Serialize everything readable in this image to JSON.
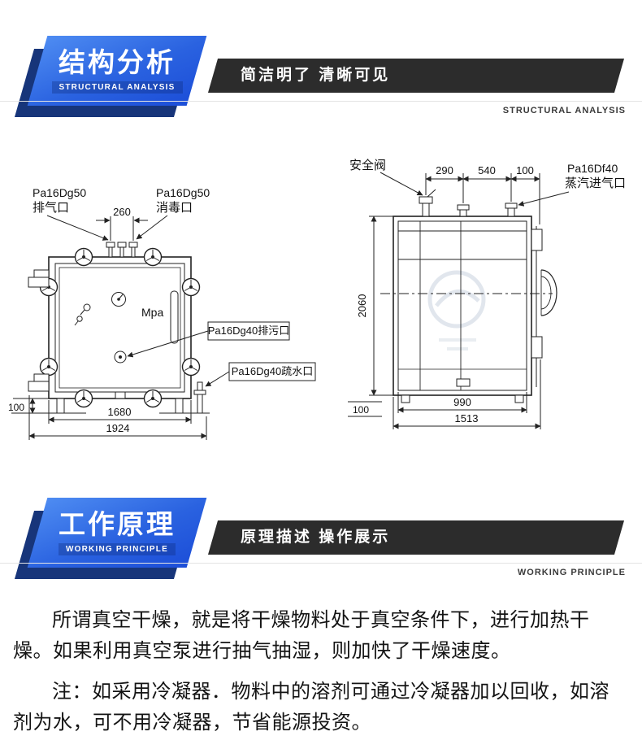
{
  "sections": {
    "structural": {
      "title_cn": "结构分析",
      "title_en": "STRUCTURAL ANALYSIS",
      "banner": "简洁明了 清晰可见",
      "caption": "STRUCTURAL ANALYSIS"
    },
    "working": {
      "title_cn": "工作原理",
      "title_en": "WORKING PRINCIPLE",
      "banner": "原理描述 操作展示",
      "caption": "WORKING PRINCIPLE"
    }
  },
  "front_view": {
    "exhaust_l1": "Pa16Dg50",
    "exhaust_l2": "排气口",
    "sterile_l1": "Pa16Dg50",
    "sterile_l2": "消毒口",
    "dim_260": "260",
    "gauge_unit": "Mpa",
    "drain_label": "Pa16Dg40排污口",
    "trap_label": "Pa16Dg40疏水口",
    "dim_100": "100",
    "dim_1680": "1680",
    "dim_1924": "1924"
  },
  "side_view": {
    "safety_valve": "安全阀",
    "dim_290": "290",
    "dim_540": "540",
    "dim_100_top": "100",
    "steam_l1": "Pa16Df40",
    "steam_l2": "蒸汽进气口",
    "dim_2060": "2060",
    "dim_100_bottom": "100",
    "dim_990": "990",
    "dim_1513": "1513"
  },
  "content": {
    "p1": "所谓真空干燥，就是将干燥物料处于真空条件下，进行加热干燥。如果利用真空泵进行抽气抽湿，则加快了干燥速度。",
    "p2": "注：如采用冷凝器．物料中的溶剂可通过冷凝器加以回收，如溶剂为水，可不用冷凝器，节省能源投资。"
  },
  "colors": {
    "accent_blue": "#2a62e0",
    "ribbon_shadow_navy": "#17357a",
    "banner_black": "#2c2c2c",
    "line_color": "#222222"
  }
}
